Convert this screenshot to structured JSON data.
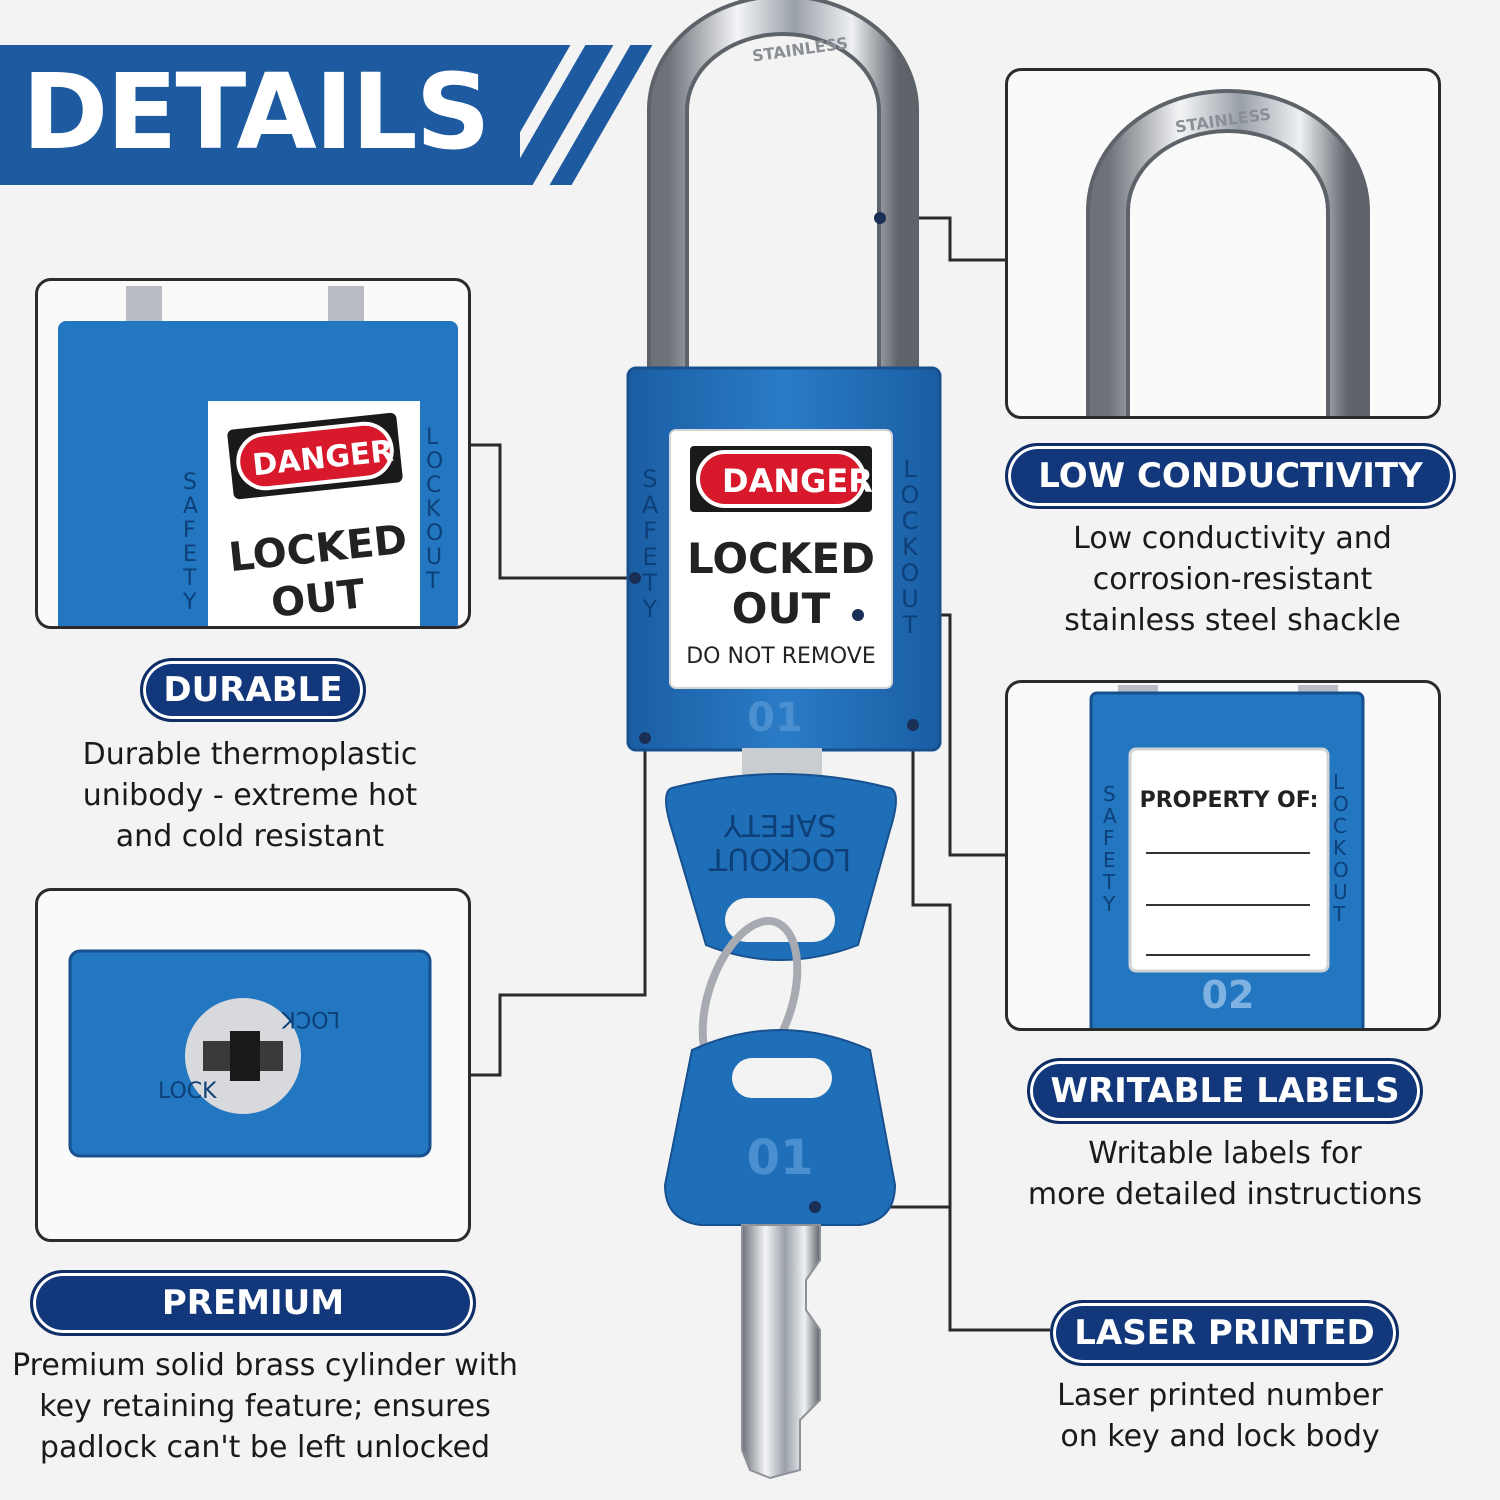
{
  "header": {
    "title": "DETAILS"
  },
  "features": {
    "durable": {
      "title": "DURABLE",
      "text": [
        "Durable thermoplastic",
        "unibody - extreme hot",
        "and cold resistant"
      ]
    },
    "premium": {
      "title": "PREMIUM",
      "text": [
        "Premium solid brass cylinder with",
        "key retaining feature; ensures",
        "padlock can't be left unlocked"
      ]
    },
    "low_conductivity": {
      "title": "LOW CONDUCTIVITY",
      "text": [
        "Low conductivity and",
        "corrosion-resistant",
        "stainless steel shackle"
      ]
    },
    "writable_labels": {
      "title": "WRITABLE LABELS",
      "text": [
        "Writable labels for",
        "more detailed instructions"
      ]
    },
    "laser_printed": {
      "title": "LASER PRINTED",
      "text": [
        "Laser printed number",
        "on key and lock body"
      ]
    }
  },
  "lock": {
    "shackle_text": "STAINLESS",
    "side_left": "SAFETY",
    "side_right": "LOCKOUT",
    "danger": "DANGER",
    "locked_line1": "LOCKED",
    "locked_line2": "OUT",
    "do_not_remove": "DO NOT REMOVE",
    "body_number": "01"
  },
  "key_top": {
    "line1": "LOCKOUT",
    "line2": "SAFETY"
  },
  "key_bottom": {
    "number": "01"
  },
  "label_panel": {
    "property": "PROPERTY OF:",
    "number": "02",
    "side_left": "SAFETY",
    "side_right": "LOCKOUT"
  },
  "cylinder_panel": {
    "lock_label": "LOCK",
    "unlock_label": "LOCK"
  },
  "colors": {
    "lock_blue": "#1f6fb8",
    "pill_navy": "#12377a",
    "danger_red": "#d8192c"
  }
}
